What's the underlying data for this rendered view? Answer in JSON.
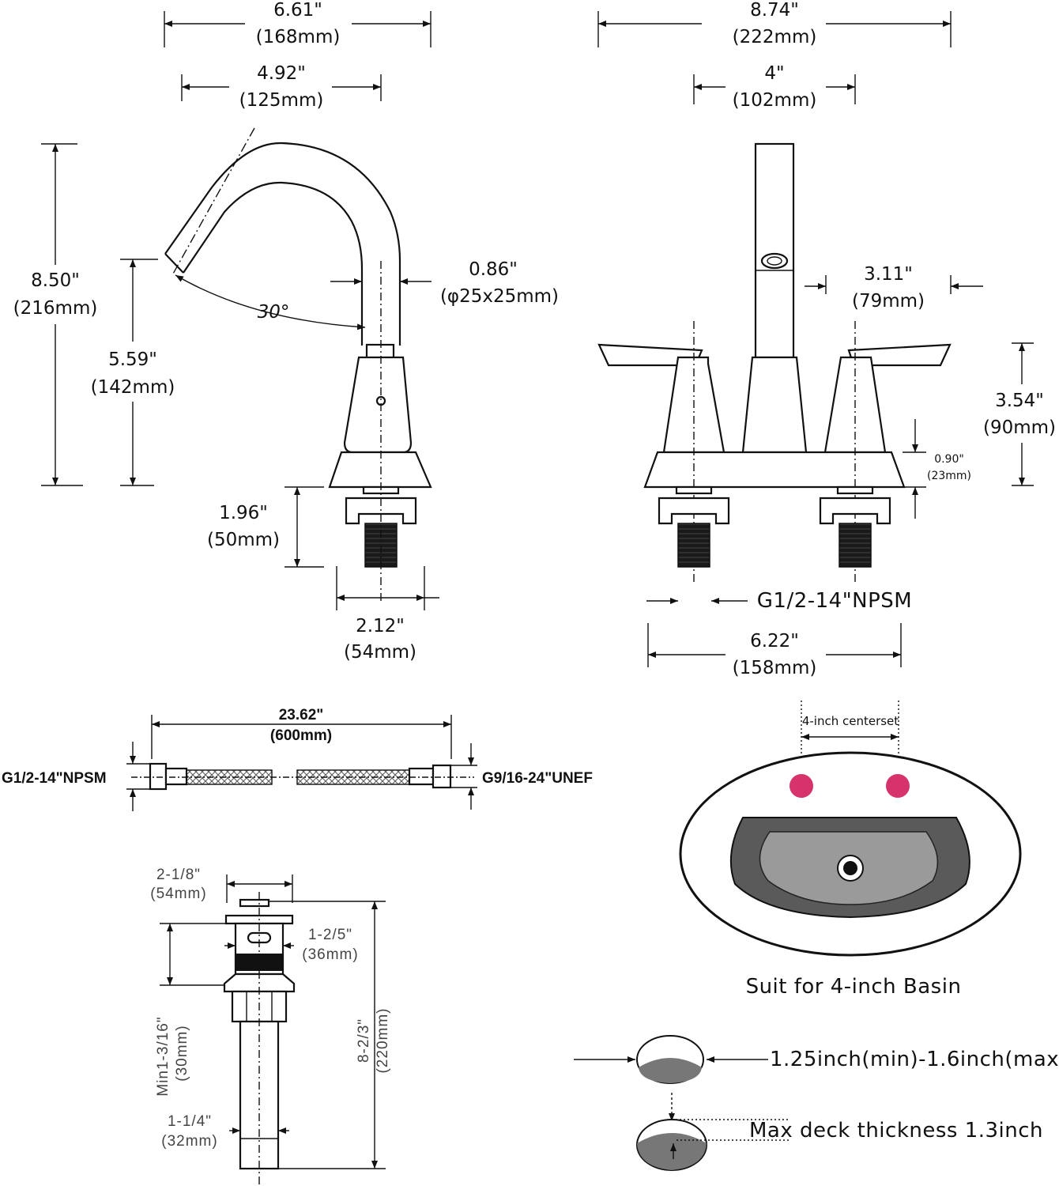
{
  "faucet_side": {
    "width_total": {
      "in": "6.61\"",
      "mm": "(168mm)"
    },
    "spout_reach": {
      "in": "4.92\"",
      "mm": "(125mm)"
    },
    "height_total": {
      "in": "8.50\"",
      "mm": "(216mm)"
    },
    "spout_height": {
      "in": "5.59\"",
      "mm": "(142mm)"
    },
    "angle": "30°",
    "spout_tube": {
      "in": "0.86\"",
      "mm": "(φ25x25mm)"
    },
    "shank_length": {
      "in": "1.96\"",
      "mm": "(50mm)"
    },
    "base_width": {
      "in": "2.12\"",
      "mm": "(54mm)"
    }
  },
  "faucet_front": {
    "width_total": {
      "in": "8.74\"",
      "mm": "(222mm)"
    },
    "centerset": {
      "in": "4\"",
      "mm": "(102mm)"
    },
    "handle_reach": {
      "in": "3.11\"",
      "mm": "(79mm)"
    },
    "handle_height": {
      "in": "3.54\"",
      "mm": "(90mm)"
    },
    "base_height": {
      "in": "0.90\"",
      "mm": "(23mm)"
    },
    "thread": "G1/2-14\"NPSM",
    "base_width": {
      "in": "6.22\"",
      "mm": "(158mm)"
    }
  },
  "hose": {
    "length": {
      "in": "23.62\"",
      "mm": "(600mm)"
    },
    "left_thread": "G1/2-14\"NPSM",
    "right_thread": "G9/16-24\"UNEF"
  },
  "drain": {
    "cap_diameter": {
      "in": "2-1/8\"",
      "mm": "(54mm)"
    },
    "body_diameter": {
      "in": "1-2/5\"",
      "mm": "(36mm)"
    },
    "min_length": {
      "in": "Min1-3/16\"",
      "mm": "(30mm)"
    },
    "total_length": {
      "in": "8-2/3\"",
      "mm": "(220mm)"
    },
    "tail_diameter": {
      "in": "1-1/4\"",
      "mm": "(32mm)"
    }
  },
  "basin": {
    "centerset_label": "4-inch centerset",
    "caption": "Suit for 4-inch Basin",
    "hole_color": "#d6336c",
    "bowl_outer_color": "#5a5a5a",
    "bowl_inner_color": "#9a9a9a"
  },
  "deck": {
    "hole_range": "1.25inch(min)-1.6inch(max)",
    "max_thickness": "Max deck thickness 1.3inch"
  }
}
